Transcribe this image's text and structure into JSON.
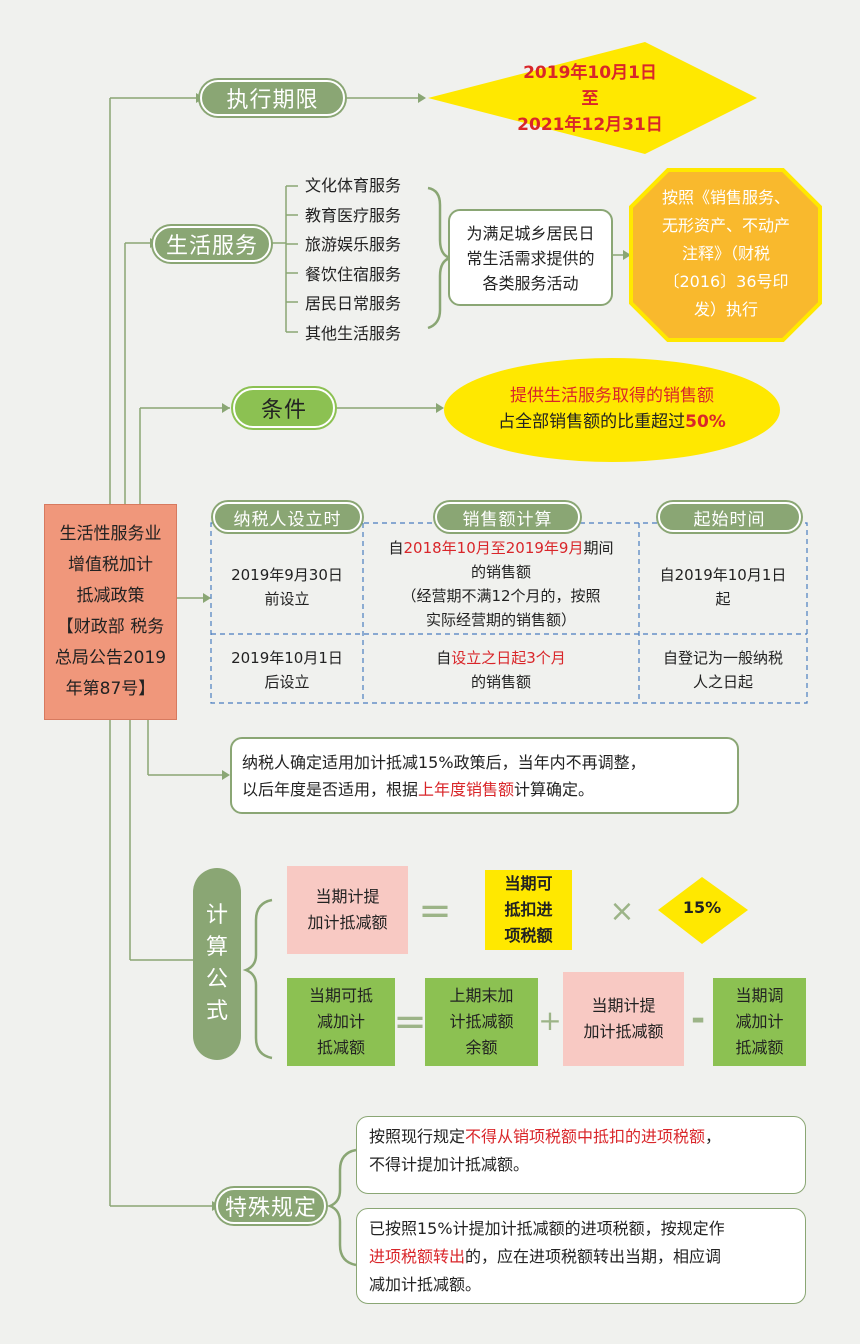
{
  "main": {
    "lines": [
      "生活性服务业",
      "增值税加计",
      "抵减政策",
      "【财政部 税务",
      "总局公告2019",
      "年第87号】"
    ]
  },
  "period": {
    "label": "执行期限",
    "start": "2019年10月1日",
    "to": "至",
    "end": "2021年12月31日"
  },
  "life": {
    "label": "生活服务",
    "services": [
      "文化体育服务",
      "教育医疗服务",
      "旅游娱乐服务",
      "餐饮住宿服务",
      "居民日常服务",
      "其他生活服务"
    ],
    "desc": [
      "为满足城乡居民日",
      "常生活需求提供的",
      "各类服务活动"
    ],
    "basis": [
      "按照《销售服务、",
      "无形资产、不动产",
      "注释》（财税",
      "〔2016〕36号印",
      "发）执行"
    ]
  },
  "condition": {
    "label": "条件",
    "line1": "提供生活服务取得的销售额",
    "line2_pre": "占全部销售额的比重超过",
    "line2_pct": "50%"
  },
  "table": {
    "headers": [
      "纳税人设立时",
      "销售额计算",
      "起始时间"
    ],
    "row1": {
      "c1": [
        "2019年9月30日",
        "前设立"
      ],
      "c2_pre": "自",
      "c2_red": "2018年10月至2019年9月",
      "c2_post": "期间",
      "c2_l2": "的销售额",
      "c2_l3": "（经营期不满12个月的，按照",
      "c2_l4": "实际经营期的销售额）",
      "c3": [
        "自2019年10月1日",
        "起"
      ]
    },
    "row2": {
      "c1": [
        "2019年10月1日",
        "后设立"
      ],
      "c2_pre": "自",
      "c2_red": "设立之日起3个月",
      "c2_l2": "的销售额",
      "c3": [
        "自登记为一般纳税",
        "人之日起"
      ]
    }
  },
  "note": {
    "l1": "纳税人确定适用加计抵减15%政策后，当年内不再调整，",
    "l2_pre": "以后年度是否适用，根据",
    "l2_red": "上年度销售额",
    "l2_post": "计算确定。"
  },
  "formula": {
    "label": [
      "计",
      "算",
      "公",
      "式"
    ],
    "f1_left": [
      "当期计提",
      "加计抵减额"
    ],
    "eq": "=",
    "f1_mid": [
      "当期可",
      "抵扣进",
      "项税额"
    ],
    "times": "×",
    "rate": "15%",
    "f2_left": [
      "当期可抵",
      "减加计",
      "抵减额"
    ],
    "f2_a": [
      "上期末加",
      "计抵减额",
      "余额"
    ],
    "plus": "+",
    "f2_b": [
      "当期计提",
      "加计抵减额"
    ],
    "minus": "-",
    "f2_c": [
      "当期调",
      "减加计",
      "抵减额"
    ]
  },
  "special": {
    "label": "特殊规定",
    "r1_pre": "按照现行规定",
    "r1_red": "不得从销项税额中抵扣的进项税额",
    "r1_post": "，",
    "r1_l2": "不得计提加计抵减额。",
    "r2_l1": "已按照15%计提加计抵减额的进项税额，按规定作",
    "r2_red": "进项税额转出",
    "r2_post": "的，应在进项税额转出当期，相应调",
    "r2_l3": "减加计抵减额。"
  },
  "colors": {
    "olive": "#8aa674",
    "green": "#8cc152",
    "salmon": "#f0977b",
    "yellow": "#ffe800",
    "orange": "#f9b92d",
    "red": "#d9262a",
    "pink": "#f8c9c3",
    "dashed_blue": "#4a7ec0"
  }
}
